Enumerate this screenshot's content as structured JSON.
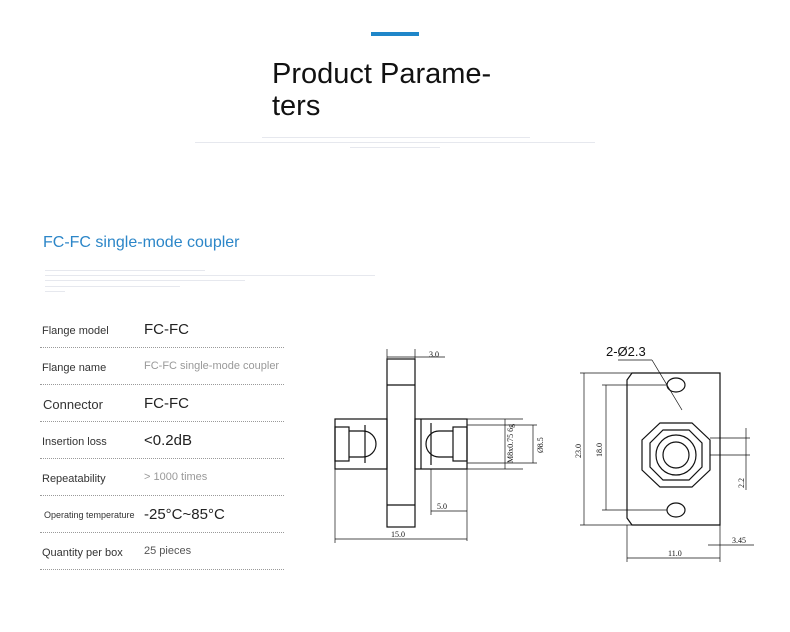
{
  "colors": {
    "accent": "#1f86c9",
    "section_title": "#2c86c8"
  },
  "header": {
    "title": "Product Parame-\nters"
  },
  "section": {
    "title": "FC-FC single-mode coupler"
  },
  "params": [
    {
      "label": "Flange model",
      "value": "FC-FC"
    },
    {
      "label": "Flange name",
      "value": "FC-FC single-mode coupler"
    },
    {
      "label": "Connector",
      "value": "FC-FC"
    },
    {
      "label": "Insertion loss",
      "value": "<0.2dB"
    },
    {
      "label": "Repeatability",
      "value": "> 1000 times"
    },
    {
      "label": "Operating temperature",
      "value": "-25°C~85°C"
    },
    {
      "label": "Quantity per box",
      "value": "25 pieces"
    }
  ],
  "drawing_side": {
    "dim_top": "3.0",
    "dim_thread": "M8x0.75 6g",
    "dim_dia": "Ø8.5",
    "dim_inner": "5.0",
    "dim_total": "15.0"
  },
  "drawing_front": {
    "dim_holes": "2-Ø2.3",
    "dim_height": "23.0",
    "dim_pitch": "18.0",
    "dim_offset": "2.2",
    "dim_width": "11.0",
    "dim_edge": "3.45"
  }
}
